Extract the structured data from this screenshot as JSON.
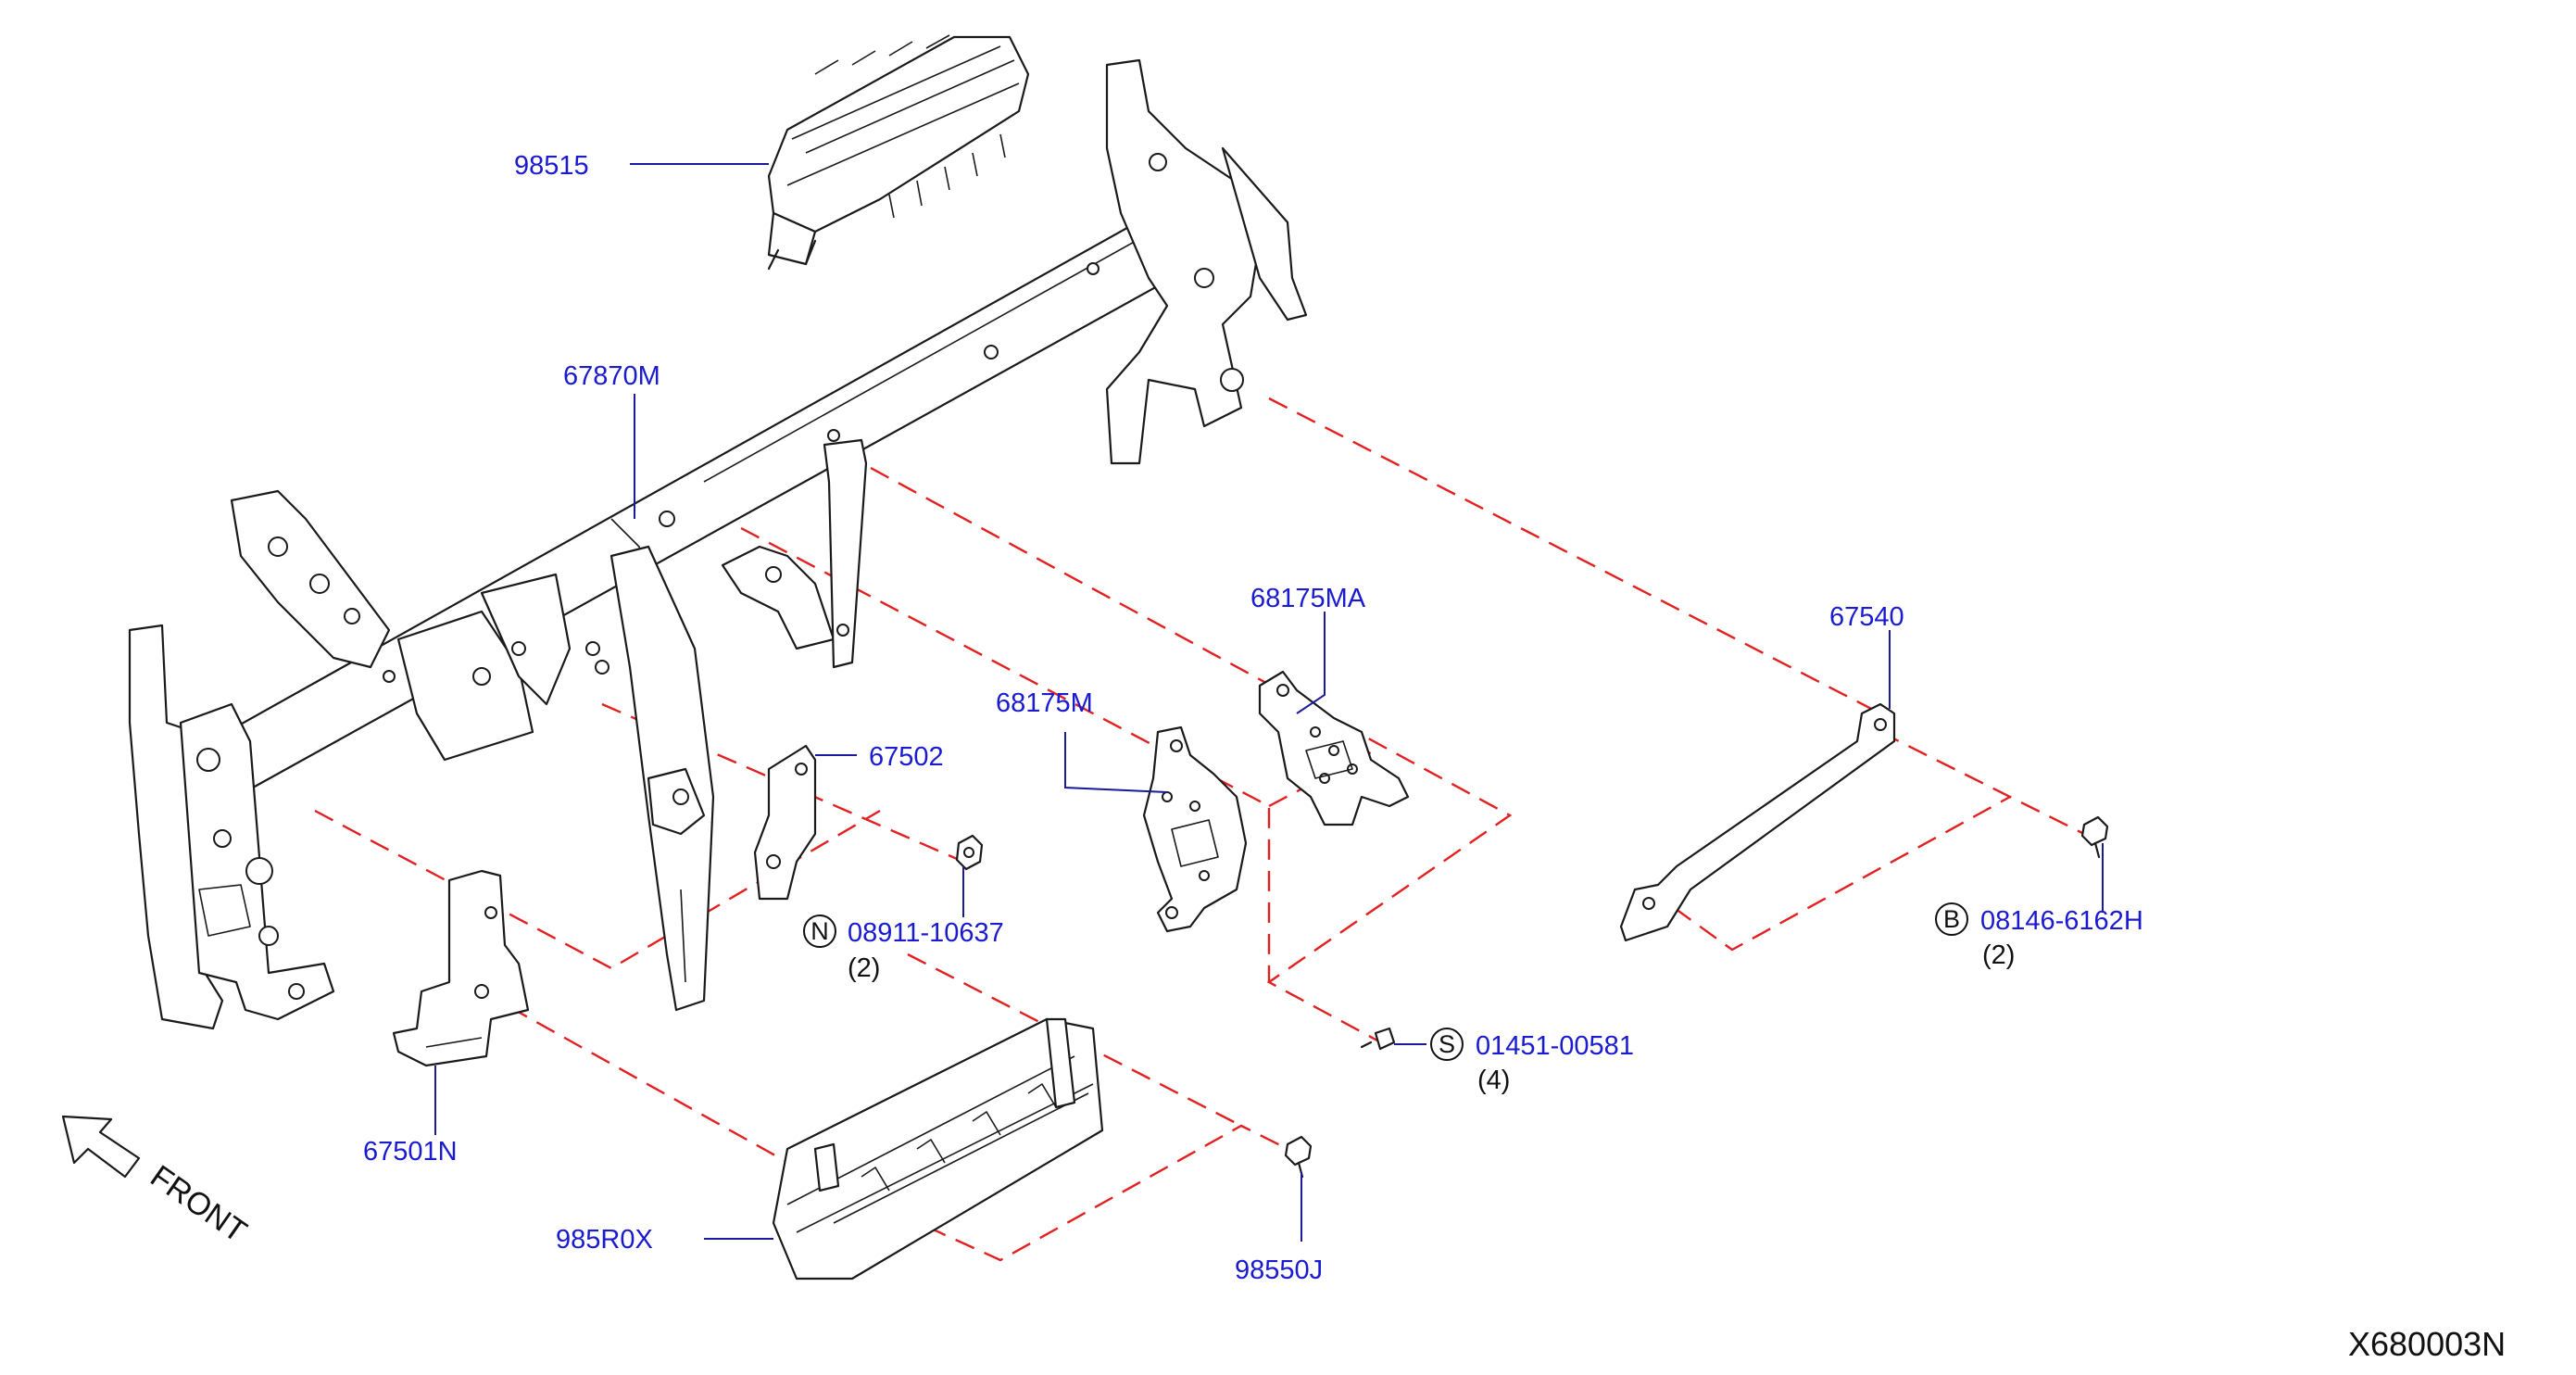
{
  "diagram_id": "X680003N",
  "front_label": "FRONT",
  "colors": {
    "part_number": "#1a1ad0",
    "leader": "#1a1a9a",
    "dashed_guide": "#e32020",
    "line_art": "#1a1a1a"
  },
  "parts": {
    "p98515": "98515",
    "p67870M": "67870M",
    "p68175MA": "68175MA",
    "p67540": "67540",
    "p68175M": "68175M",
    "p67502": "67502",
    "p08911": {
      "symbol": "N",
      "number": "08911-10637",
      "qty": "(2)"
    },
    "p08146": {
      "symbol": "B",
      "number": "08146-6162H",
      "qty": "(2)"
    },
    "p01451": {
      "symbol": "S",
      "number": "01451-00581",
      "qty": "(4)"
    },
    "p67501N": "67501N",
    "p985R0X": "985R0X",
    "p98550J": "98550J"
  }
}
